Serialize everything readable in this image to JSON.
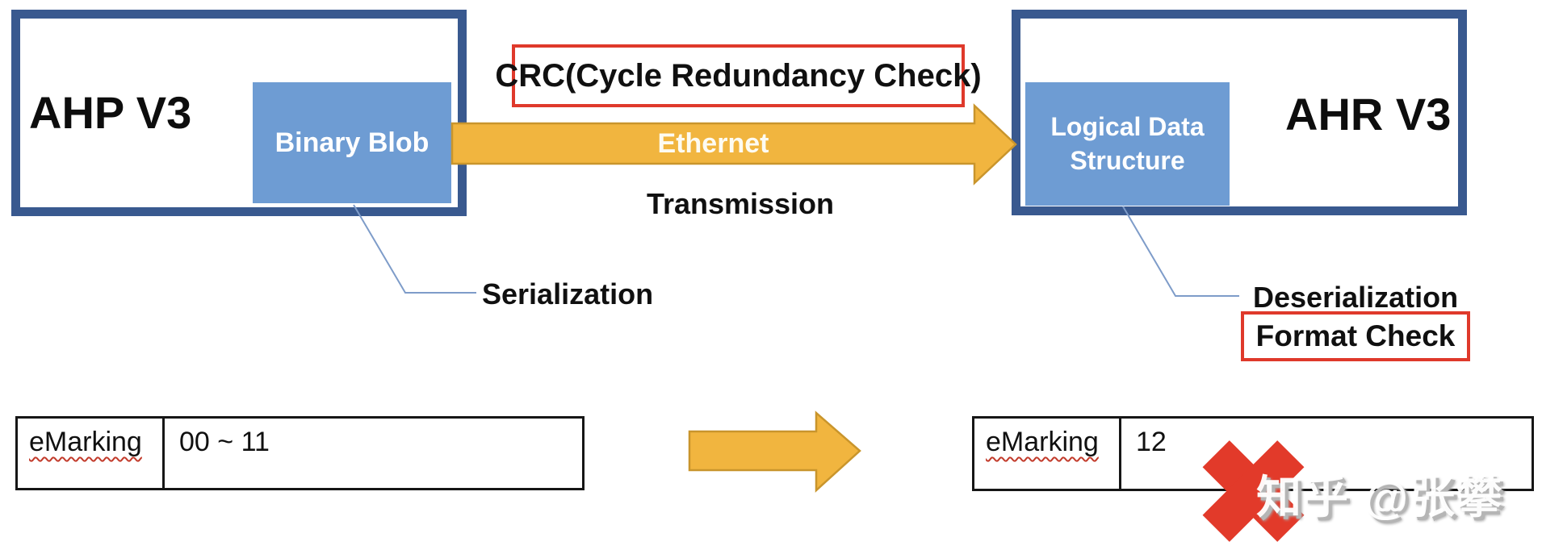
{
  "colors": {
    "box_border_blue": "#39598F",
    "payload_blue": "#6E9CD3",
    "arrow_gold": "#F1B53F",
    "arrow_gold_border": "#C9952C",
    "alert_red": "#DF392B",
    "reject_x_red": "#E23A2A",
    "callout_line_blue": "#7E9CC9",
    "spellcheck_red": "#C23B2B"
  },
  "sender": {
    "title": "AHP V3",
    "payload": "Binary Blob",
    "callout": "Serialization"
  },
  "receiver": {
    "title": "AHR V3",
    "payload": "Logical Data Structure",
    "callout": "Deserialization",
    "check_label": "Format Check"
  },
  "transmission": {
    "crc_label": "CRC(Cycle Redundancy Check)",
    "channel_label": "Ethernet",
    "caption": "Transmission"
  },
  "tables": {
    "sender": {
      "key": "eMarking",
      "value": "00 ~ 11"
    },
    "receiver": {
      "key": "eMarking",
      "value": "12"
    }
  },
  "watermark": "知乎 @张攀"
}
